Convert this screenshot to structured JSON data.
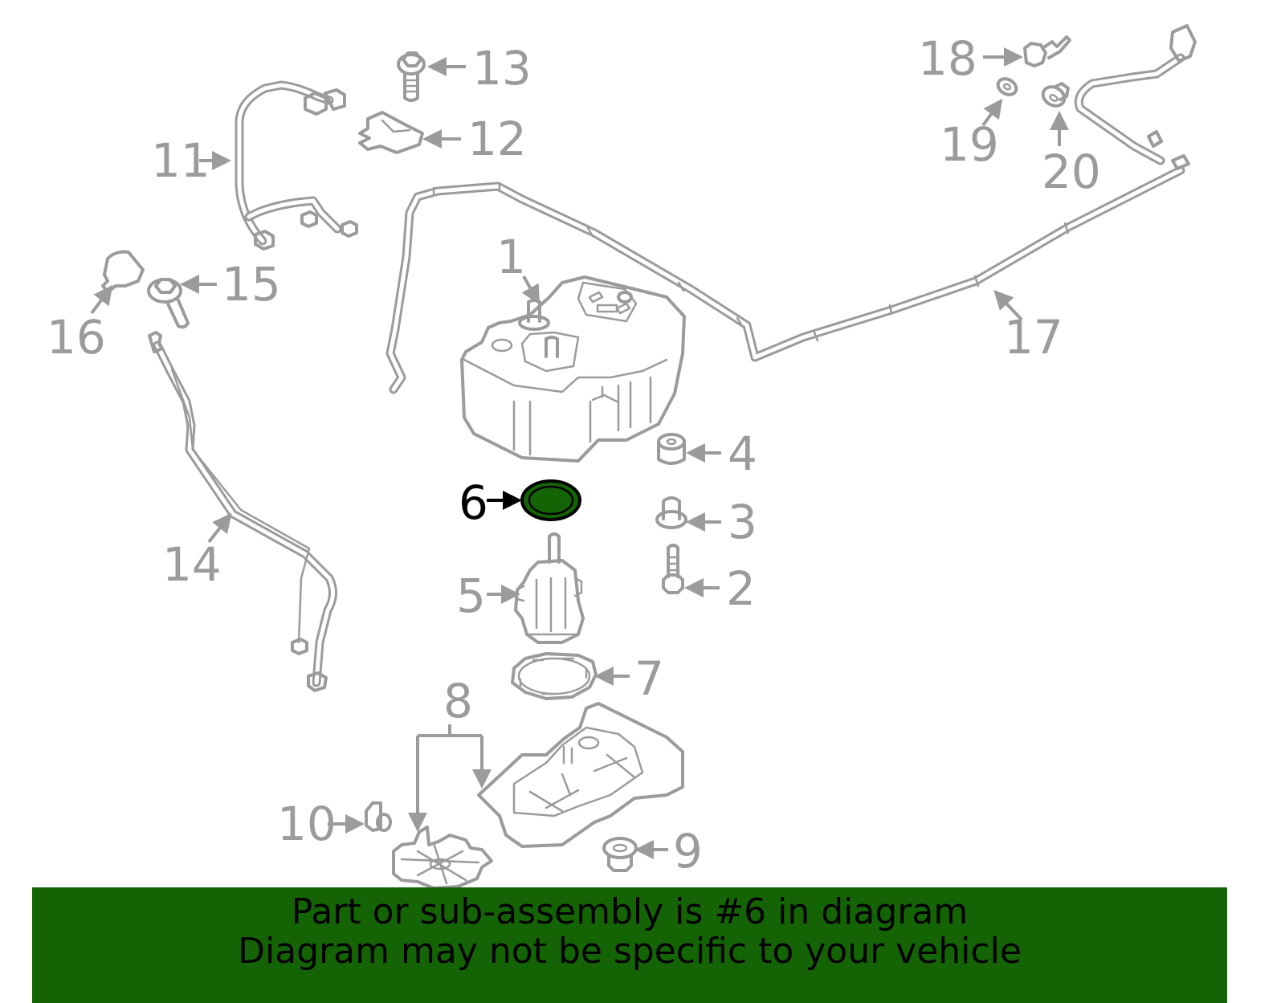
{
  "diagram": {
    "highlighted_part": "6",
    "highlight_color": "#146405",
    "part_color": "#9b9b9b",
    "callouts": [
      {
        "id": "1",
        "label": "1"
      },
      {
        "id": "2",
        "label": "2"
      },
      {
        "id": "3",
        "label": "3"
      },
      {
        "id": "4",
        "label": "4"
      },
      {
        "id": "5",
        "label": "5"
      },
      {
        "id": "6",
        "label": "6"
      },
      {
        "id": "7",
        "label": "7"
      },
      {
        "id": "8",
        "label": "8"
      },
      {
        "id": "9",
        "label": "9"
      },
      {
        "id": "10",
        "label": "10"
      },
      {
        "id": "11",
        "label": "11"
      },
      {
        "id": "12",
        "label": "12"
      },
      {
        "id": "13",
        "label": "13"
      },
      {
        "id": "14",
        "label": "14"
      },
      {
        "id": "15",
        "label": "15"
      },
      {
        "id": "16",
        "label": "16"
      },
      {
        "id": "17",
        "label": "17"
      },
      {
        "id": "18",
        "label": "18"
      },
      {
        "id": "19",
        "label": "19"
      },
      {
        "id": "20",
        "label": "20"
      }
    ]
  },
  "banner": {
    "line1": "Part or sub-assembly is #6 in diagram",
    "line2": "Diagram may not be specific to your vehicle",
    "background_color": "#146405"
  }
}
